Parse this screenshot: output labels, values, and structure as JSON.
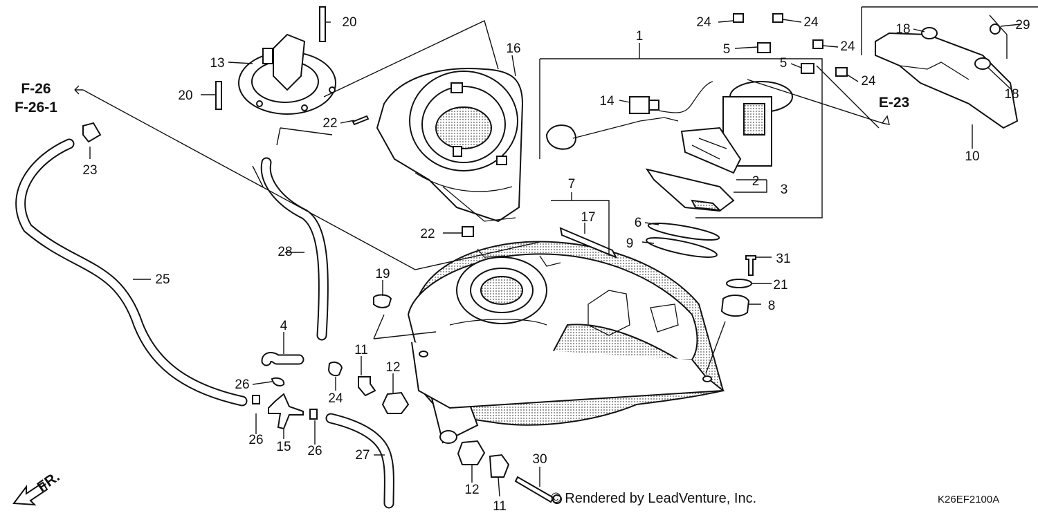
{
  "diagram": {
    "callouts": [
      "1",
      "2",
      "3",
      "4",
      "5",
      "5",
      "6",
      "7",
      "8",
      "9",
      "10",
      "11",
      "11",
      "12",
      "12",
      "13",
      "14",
      "15",
      "16",
      "17",
      "18",
      "18",
      "19",
      "20",
      "20",
      "21",
      "22",
      "22",
      "23",
      "24",
      "24",
      "24",
      "24",
      "24",
      "24",
      "25",
      "26",
      "26",
      "26",
      "27",
      "28",
      "29",
      "30",
      "31"
    ],
    "references": [
      "F-26",
      "F-26-1",
      "E-23"
    ],
    "direction_label": "FR.",
    "credit": "© Rendered by LeadVenture, Inc.",
    "drawing_code": "K26EF2100A"
  },
  "colors": {
    "ink": "#111111",
    "paper": "#ffffff"
  }
}
